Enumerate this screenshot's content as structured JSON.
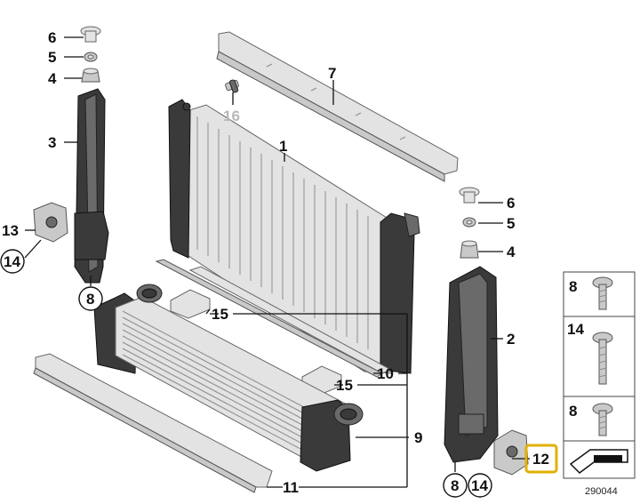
{
  "labels": {
    "p1": "1",
    "p2": "2",
    "p3": "3",
    "p4_left": "4",
    "p4_right": "4",
    "p5_left": "5",
    "p5_right": "5",
    "p6_left": "6",
    "p6_right": "6",
    "p7": "7",
    "p8_left": "8",
    "p8_right": "8",
    "p9": "9",
    "p10": "10",
    "p11": "11",
    "p12": "12",
    "p13": "13",
    "p14_left": "14",
    "p14_right": "14",
    "p15_upper": "15",
    "p15_lower": "15",
    "p16": "16"
  },
  "legend": {
    "item1": "8",
    "item2": "14",
    "item3": "8"
  },
  "reference_number": "290044",
  "colors": {
    "highlight": "#e0b000",
    "faded_label": "#b8b8b8"
  }
}
